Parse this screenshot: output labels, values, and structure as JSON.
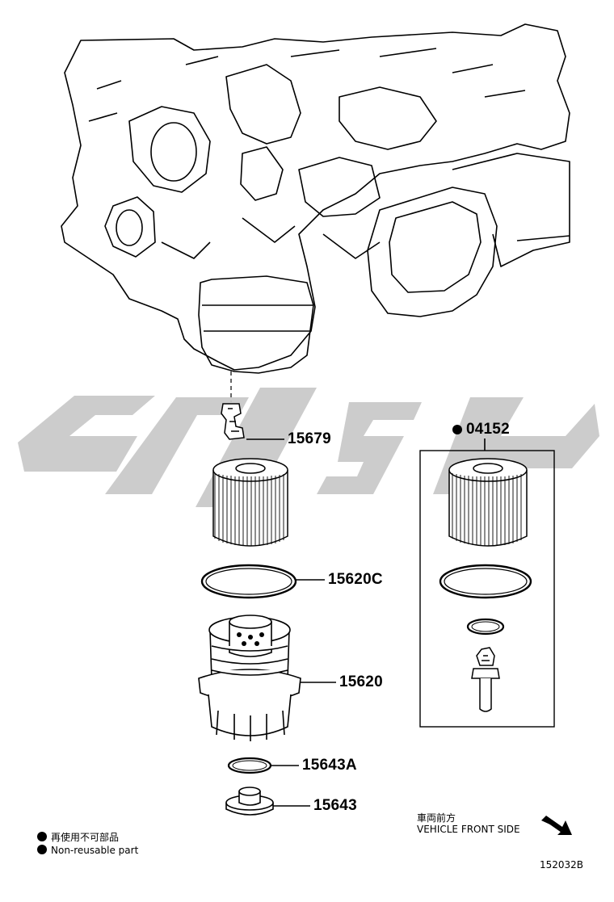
{
  "parts": [
    {
      "number": "15679"
    },
    {
      "number": "04152",
      "non_reusable": true
    },
    {
      "number": "15620C"
    },
    {
      "number": "15620"
    },
    {
      "number": "15643A"
    },
    {
      "number": "15643"
    }
  ],
  "legend": {
    "jp": "再使用不可部品",
    "en": "Non-reusable part"
  },
  "direction": {
    "jp": "車両前方",
    "en": "VEHICLE FRONT SIDE"
  },
  "figure_id": "152032B",
  "watermark_color": "#c8c8c8"
}
